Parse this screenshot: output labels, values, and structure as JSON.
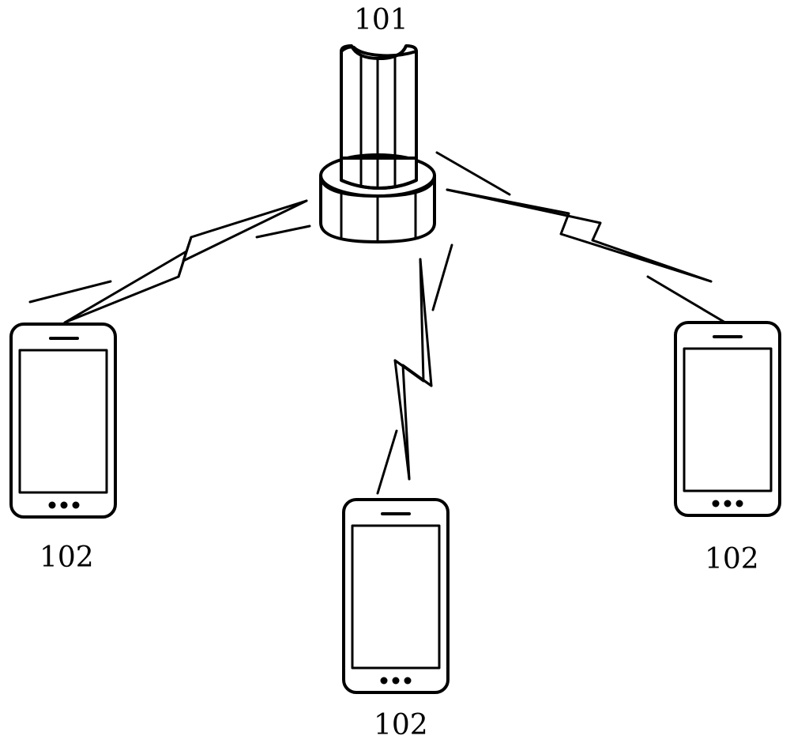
{
  "diagram": {
    "base_station": {
      "label": "101",
      "icon": "base-station-icon"
    },
    "terminals": [
      {
        "label": "102",
        "icon": "mobile-phone-icon",
        "position": "left"
      },
      {
        "label": "102",
        "icon": "mobile-phone-icon",
        "position": "bottom"
      },
      {
        "label": "102",
        "icon": "mobile-phone-icon",
        "position": "right"
      }
    ],
    "links": [
      {
        "from": "101",
        "to": "102-left",
        "icon": "wireless-link-icon"
      },
      {
        "from": "101",
        "to": "102-bottom",
        "icon": "wireless-link-icon"
      },
      {
        "from": "101",
        "to": "102-right",
        "icon": "wireless-link-icon"
      }
    ],
    "colors": {
      "stroke": "#000000",
      "background": "#ffffff"
    }
  }
}
